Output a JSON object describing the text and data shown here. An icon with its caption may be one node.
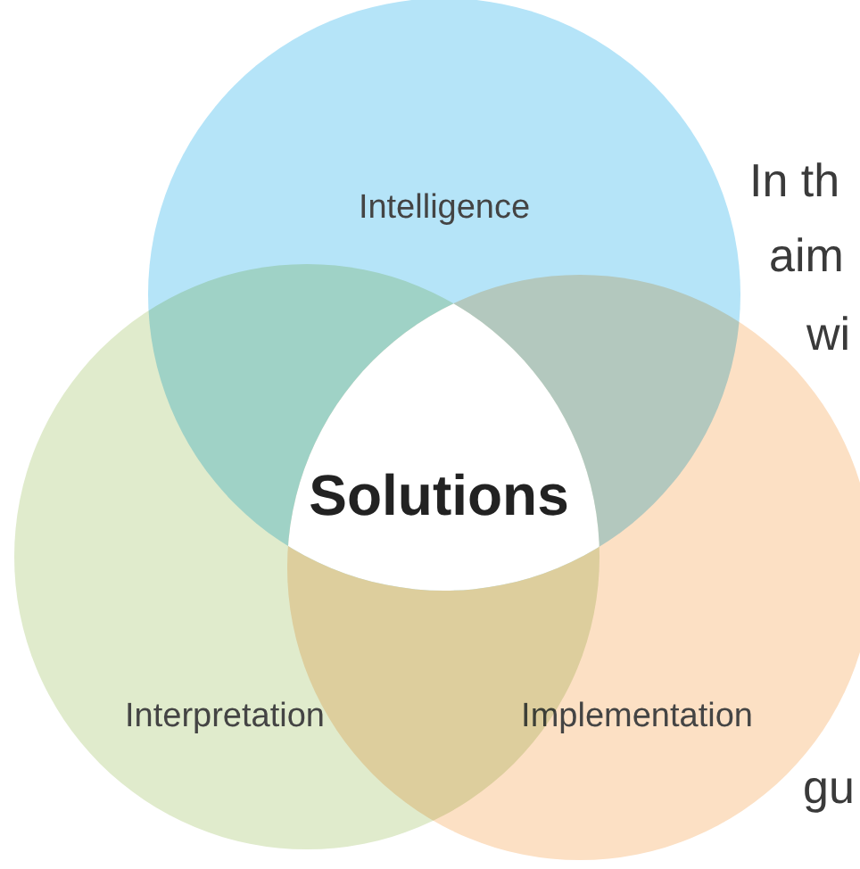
{
  "diagram": {
    "nodes": [
      {
        "text": [
          "Intelligence"
        ]
      },
      {
        "text": [
          "Interpretation"
        ]
      },
      {
        "text": [
          "Implementation"
        ]
      },
      {
        "text": [
          "Solutions"
        ]
      }
    ],
    "edges": [],
    "labels": [
      "In th",
      "aim",
      "wi",
      "gu"
    ]
  }
}
